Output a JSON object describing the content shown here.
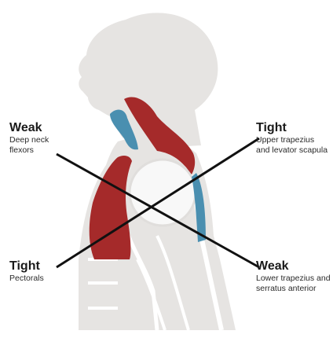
{
  "labels": {
    "weak_neck": {
      "title": "Weak",
      "desc_line1": "Deep neck",
      "desc_line2": "flexors"
    },
    "tight_upper": {
      "title": "Tight",
      "desc_line1": "Upper trapezius",
      "desc_line2": "and levator scapula"
    },
    "tight_pectorals": {
      "title": "Tight",
      "desc_line1": "Pectorals",
      "desc_line2": ""
    },
    "weak_lower": {
      "title": "Weak",
      "desc_line1": "Lower trapezius and",
      "desc_line2": "serratus anterior"
    }
  },
  "colors": {
    "tight_muscle": "#a52a2a",
    "weak_muscle": "#4a8fb0",
    "body_silhouette": "#e6e4e2",
    "bone_outline": "#ffffff",
    "cross_lines": "#111111"
  }
}
